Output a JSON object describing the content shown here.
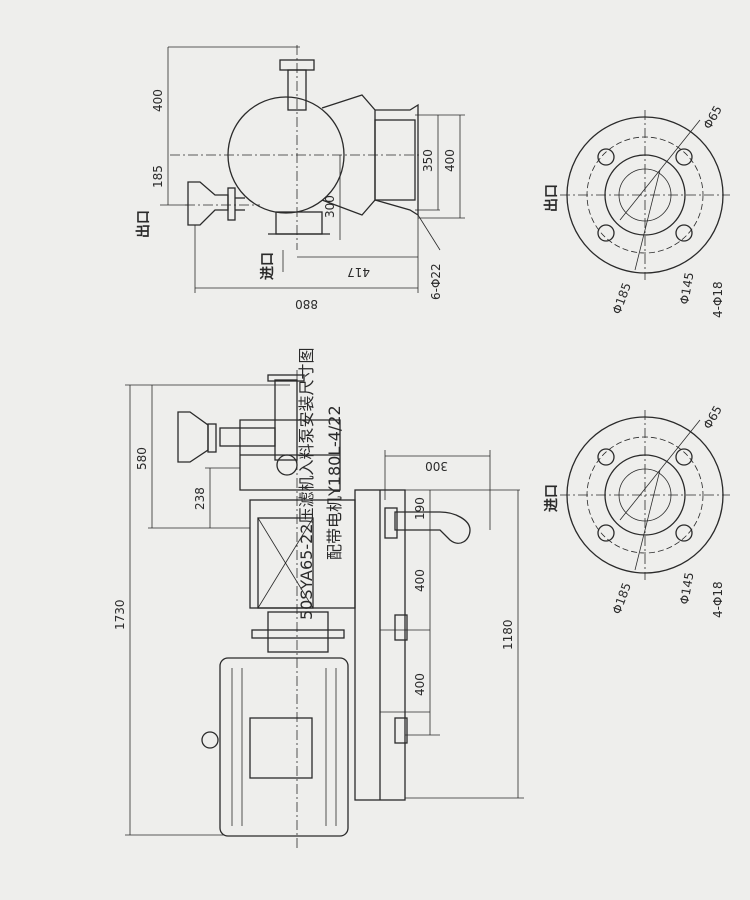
{
  "title": {
    "line1": "50SYA65-22压滤机入料泵安装尺寸图",
    "line2": "配带电机Y180L-4/22"
  },
  "top_view": {
    "dims": {
      "d400_top": "400",
      "d185": "185",
      "d300": "300",
      "d350": "350",
      "d400_right": "400",
      "d417": "417",
      "d880": "880",
      "holes": "6-Φ22"
    },
    "labels": {
      "outlet": "出口",
      "inlet": "进口"
    }
  },
  "side_view": {
    "dims": {
      "d1730": "1730",
      "d580": "580",
      "d238": "238",
      "d300": "300",
      "d190": "190",
      "d400a": "400",
      "d400b": "400",
      "d1180": "1180"
    }
  },
  "flanges": {
    "outlet": {
      "label": "出口",
      "d65": "Φ65",
      "d145": "Φ145",
      "d185": "Φ185",
      "holes": "4-Φ18"
    },
    "inlet": {
      "label": "进口",
      "d65": "Φ65",
      "d145": "Φ145",
      "d185": "Φ185",
      "holes": "4-Φ18"
    }
  }
}
